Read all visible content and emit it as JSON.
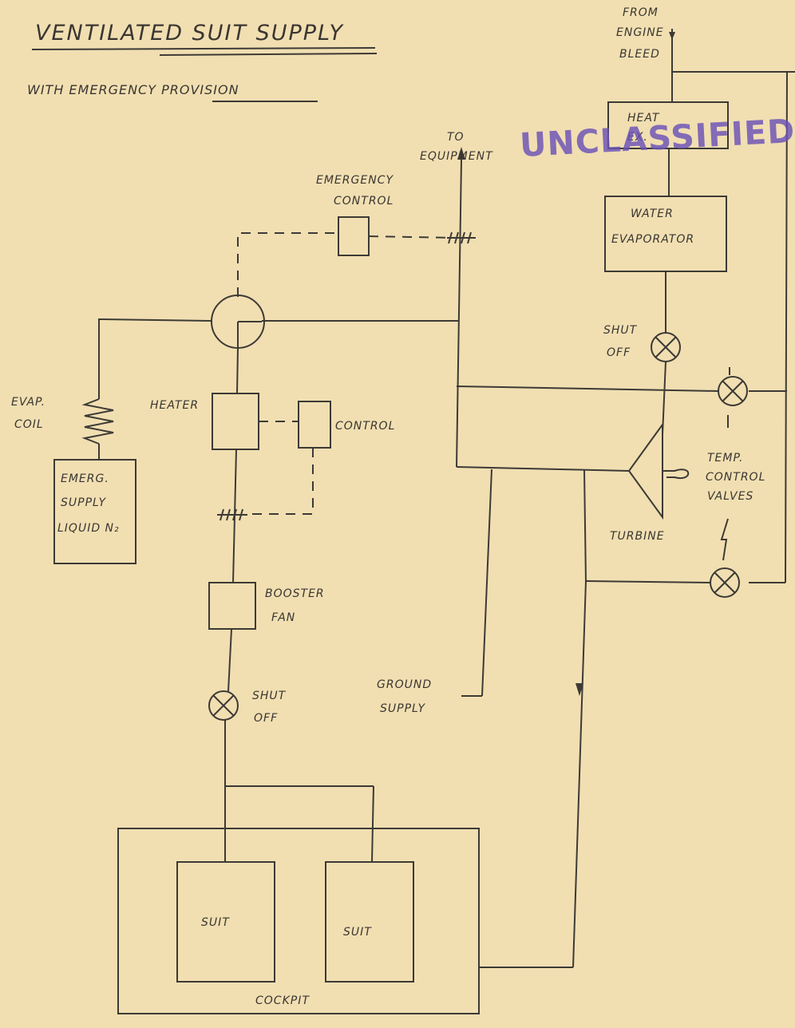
{
  "title": "VENTILATED SUIT SUPPLY",
  "subtitle": "WITH EMERGENCY PROVISION",
  "stamp": "UNCLASSIFIED",
  "labels": {
    "from_engine_bleed": [
      "FROM",
      "ENGINE",
      "BLEED"
    ],
    "heat_exchanger": [
      "HEAT",
      "EX."
    ],
    "water_evaporator": [
      "WATER",
      "EVAPORATOR"
    ],
    "shut_off_top": [
      "SHUT",
      "OFF"
    ],
    "to_equipment": [
      "TO",
      "EQUIPMENT"
    ],
    "emergency_control": [
      "EMERGENCY",
      "CONTROL"
    ],
    "evap_coil": [
      "EVAP.",
      "COIL"
    ],
    "heater": "HEATER",
    "control": "CONTROL",
    "emergency_supply": [
      "EMERG.",
      "SUPPLY",
      "LIQUID N₂"
    ],
    "turbine": "TURBINE",
    "temp_control_valves": [
      "TEMP.",
      "CONTROL",
      "VALVES"
    ],
    "booster_fan": [
      "BOOSTER",
      "FAN"
    ],
    "shut_off_bottom": [
      "SHUT",
      "OFF"
    ],
    "ground_supply": [
      "GROUND",
      "SUPPLY"
    ],
    "suit_left": "SUIT",
    "suit_right": "SUIT",
    "cockpit": "COCKPIT"
  },
  "colors": {
    "paper": "#f1dfb2",
    "ink": "#3d3a35",
    "stamp": "#6b52b8"
  }
}
